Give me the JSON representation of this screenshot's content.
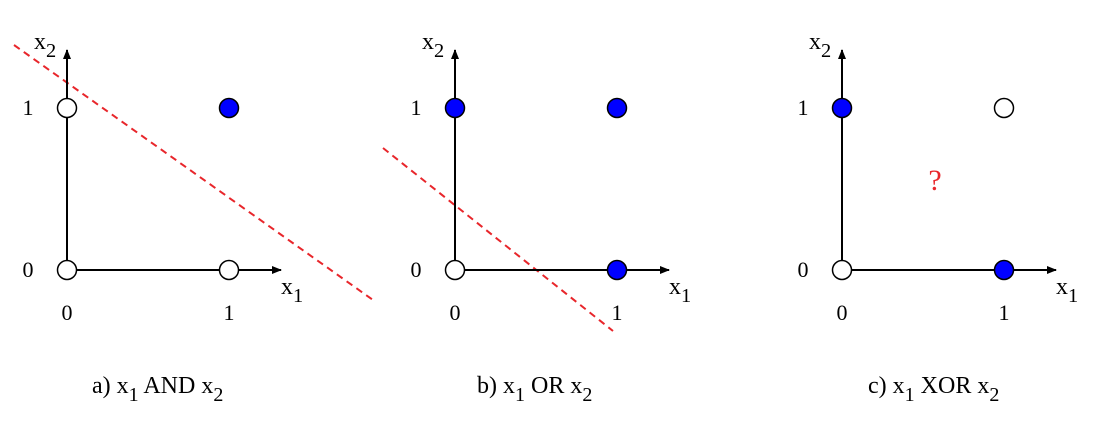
{
  "panels": [
    {
      "id": "and",
      "caption": {
        "prefix": "a)  x",
        "sub1": "1",
        "op": " AND x",
        "sub2": "2"
      },
      "axis_labels": {
        "x_main": "x",
        "x_sub": "1",
        "y_main": "x",
        "y_sub": "2"
      },
      "tick_labels": {
        "x0": "0",
        "x1": "1",
        "y0": "0",
        "y1": "1"
      },
      "points": [
        {
          "x": 0,
          "y": 0,
          "class": "0"
        },
        {
          "x": 1,
          "y": 0,
          "class": "0"
        },
        {
          "x": 0,
          "y": 1,
          "class": "0"
        },
        {
          "x": 1,
          "y": 1,
          "class": "1"
        }
      ],
      "separator": true,
      "question": ""
    },
    {
      "id": "or",
      "caption": {
        "prefix": "b)  x",
        "sub1": "1",
        "op": " OR x",
        "sub2": "2"
      },
      "axis_labels": {
        "x_main": "x",
        "x_sub": "1",
        "y_main": "x",
        "y_sub": "2"
      },
      "tick_labels": {
        "x0": "0",
        "x1": "1",
        "y0": "0",
        "y1": "1"
      },
      "points": [
        {
          "x": 0,
          "y": 0,
          "class": "0"
        },
        {
          "x": 1,
          "y": 0,
          "class": "1"
        },
        {
          "x": 0,
          "y": 1,
          "class": "1"
        },
        {
          "x": 1,
          "y": 1,
          "class": "1"
        }
      ],
      "separator": true,
      "question": ""
    },
    {
      "id": "xor",
      "caption": {
        "prefix": "c)  x",
        "sub1": "1",
        "op": " XOR x",
        "sub2": "2"
      },
      "axis_labels": {
        "x_main": "x",
        "x_sub": "1",
        "y_main": "x",
        "y_sub": "2"
      },
      "tick_labels": {
        "x0": "0",
        "x1": "1",
        "y0": "0",
        "y1": "1"
      },
      "points": [
        {
          "x": 0,
          "y": 0,
          "class": "0"
        },
        {
          "x": 1,
          "y": 0,
          "class": "1"
        },
        {
          "x": 0,
          "y": 1,
          "class": "1"
        },
        {
          "x": 1,
          "y": 1,
          "class": "0"
        }
      ],
      "separator": false,
      "question": "?"
    }
  ],
  "colors": {
    "positive_fill": "#0000ff",
    "negative_fill": "#ffffff",
    "point_stroke": "#000000",
    "separator": "#e8262b",
    "question": "#e8262b",
    "axis": "#000000"
  }
}
